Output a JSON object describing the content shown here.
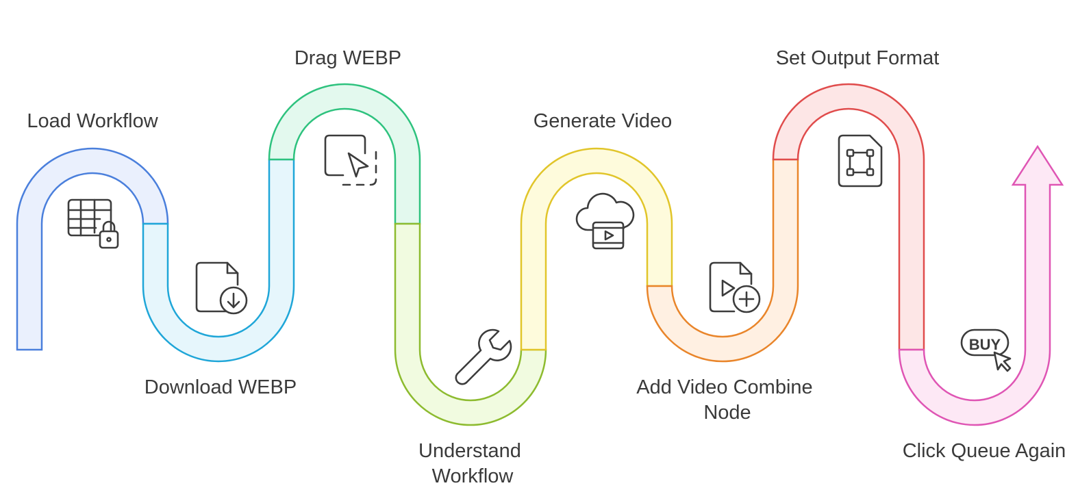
{
  "steps": [
    {
      "label_lines": [
        "Load Workflow"
      ],
      "icon": "table-lock-icon",
      "color": "#4a7fdc",
      "fill": "#eaf0fd"
    },
    {
      "label_lines": [
        "Download WEBP"
      ],
      "icon": "file-download-icon",
      "color": "#1fa6d8",
      "fill": "#e6f6fc"
    },
    {
      "label_lines": [
        "Drag WEBP"
      ],
      "icon": "drag-select-cursor-icon",
      "color": "#2ec27e",
      "fill": "#e3f9ee"
    },
    {
      "label_lines": [
        "Understand",
        "Workflow"
      ],
      "icon": "wrench-icon",
      "color": "#8dbb2f",
      "fill": "#f1fbe0"
    },
    {
      "label_lines": [
        "Generate Video"
      ],
      "icon": "cloud-video-icon",
      "color": "#e1c52a",
      "fill": "#fefbdc"
    },
    {
      "label_lines": [
        "Add Video Combine",
        "Node"
      ],
      "icon": "file-video-add-icon",
      "color": "#e9852a",
      "fill": "#fff0e2"
    },
    {
      "label_lines": [
        "Set Output Format"
      ],
      "icon": "frame-file-icon",
      "color": "#e04c4c",
      "fill": "#fde6e6"
    },
    {
      "label_lines": [
        "Click Queue Again"
      ],
      "icon": "buy-click-icon",
      "color": "#df55b4",
      "fill": "#fde8f5"
    }
  ]
}
